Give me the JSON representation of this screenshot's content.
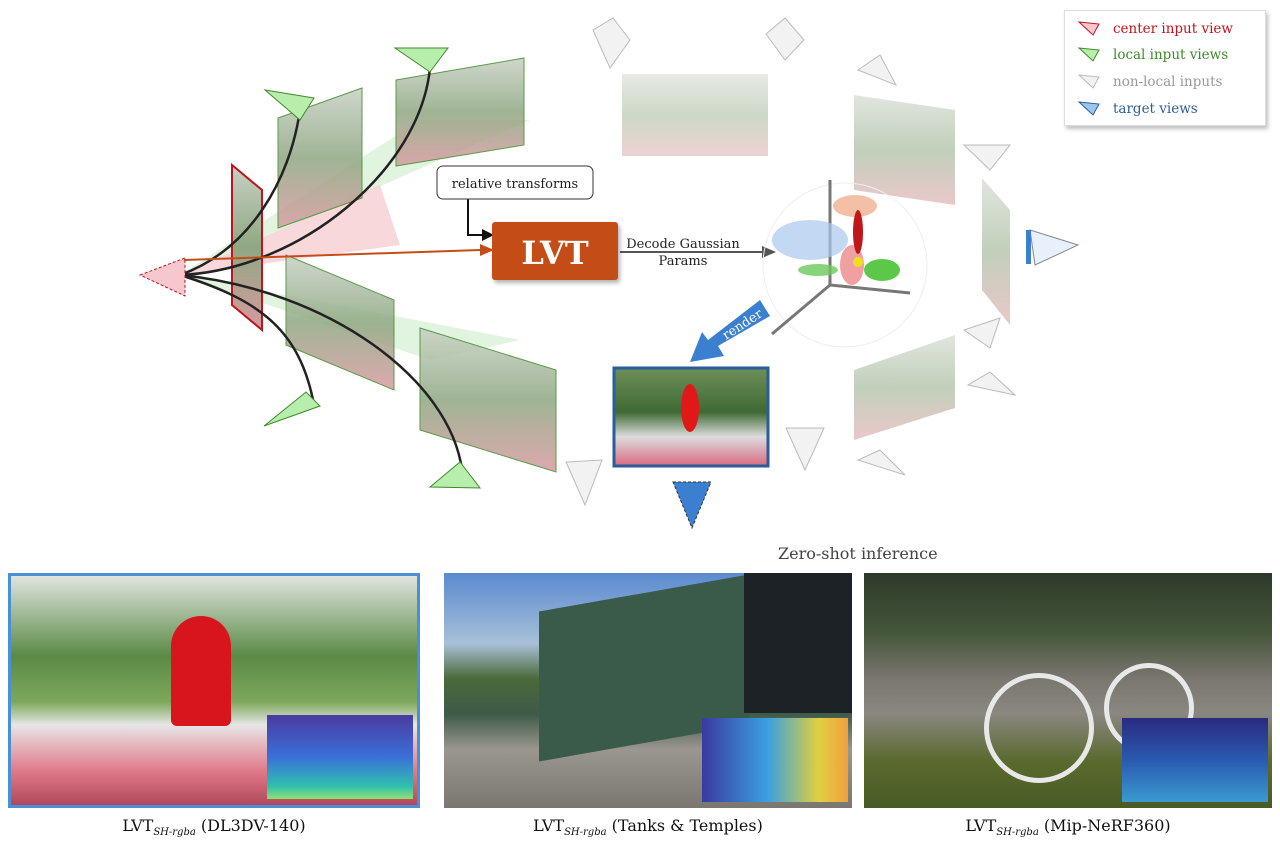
{
  "legend": {
    "items": [
      {
        "label": "center input view",
        "color": "#c0141c"
      },
      {
        "label": "local input views",
        "color": "#3e8a2a"
      },
      {
        "label": "non-local inputs",
        "color": "#999999"
      },
      {
        "label": "target views",
        "color": "#2a5c9e"
      }
    ]
  },
  "diagram": {
    "relative_transforms": "relative transforms",
    "lvt": "LVT",
    "decode_line1": "Decode Gaussian",
    "decode_line2": "Params",
    "render": "render",
    "lvt_color": "#c44d17"
  },
  "bottom": {
    "zero_shot": "Zero-shot inference",
    "captions": [
      {
        "main": "LVT",
        "sub": "SH-rgba",
        "rest": " (DL3DV-140)"
      },
      {
        "main": "LVT",
        "sub": "SH-rgba",
        "rest": " (Tanks & Temples)"
      },
      {
        "main": "LVT",
        "sub": "SH-rgba",
        "rest": " (Mip-NeRF360)"
      }
    ]
  }
}
